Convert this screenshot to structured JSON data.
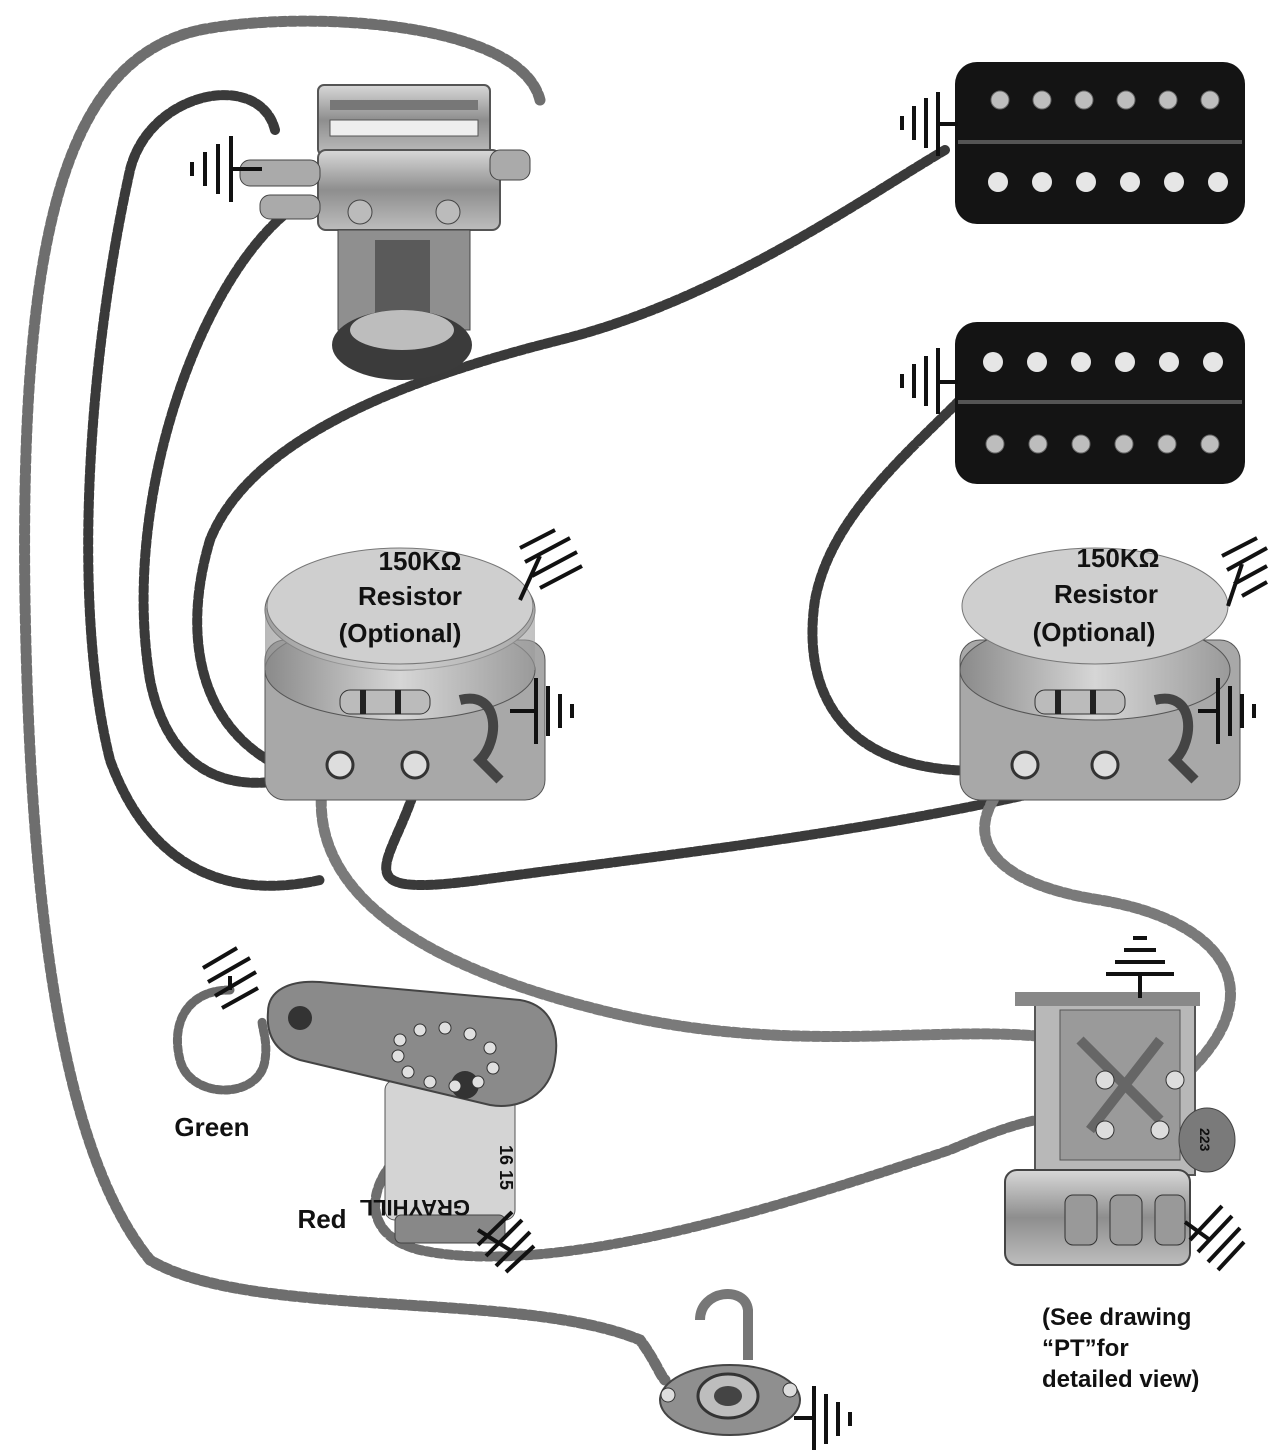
{
  "labels": {
    "resistor_left": [
      "150KΩ",
      "Resistor",
      "(Optional)"
    ],
    "resistor_right": [
      "150KΩ",
      "Resistor",
      "(Optional)"
    ],
    "green": "Green",
    "red": "Red",
    "see_drawing": [
      "(See drawing",
      "“PT”for",
      "detailed view)"
    ]
  },
  "component_text": {
    "rotary_switch_brand": "GRAYHILL",
    "rotary_switch_code": "16 15",
    "capacitor_code": "223"
  },
  "colors": {
    "wire_dark": "#3a3a3a",
    "wire_braid": "#6e6e6e",
    "metal": "#9a9a9a",
    "pickup": "#141414"
  }
}
